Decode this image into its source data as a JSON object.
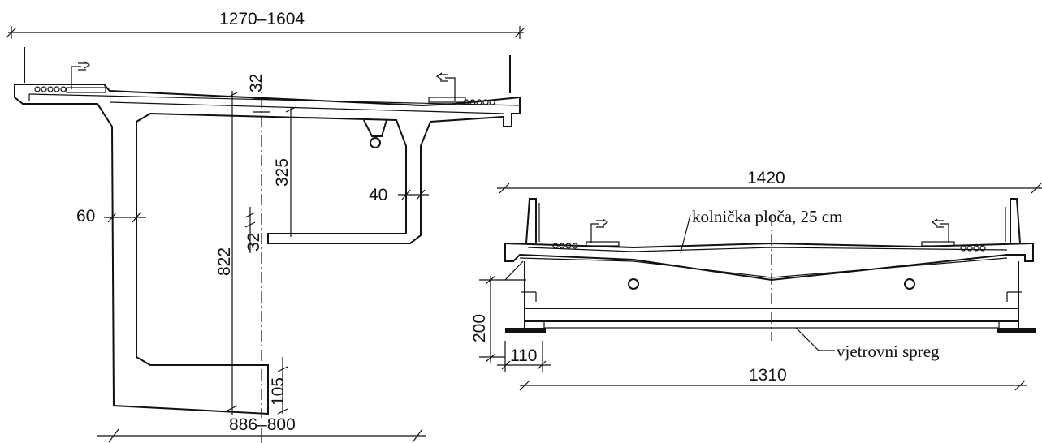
{
  "left_section": {
    "dim_top_width": "1270–1604",
    "dim_deck_thickness": "32",
    "dim_box_depth": "325",
    "dim_web_inner": "40",
    "dim_web_outer": "60",
    "dim_bottom_slab": "32",
    "dim_total_height": "822",
    "dim_bottom_flange": "105",
    "dim_bottom_width": "886–800"
  },
  "right_section": {
    "dim_total_width": "1420",
    "label_deck_slab": "kolnička ploča, 25 cm",
    "dim_height": "200",
    "dim_edge": "110",
    "label_wind_bracing": "vjetrovni spreg",
    "dim_bearing_span": "1310"
  }
}
